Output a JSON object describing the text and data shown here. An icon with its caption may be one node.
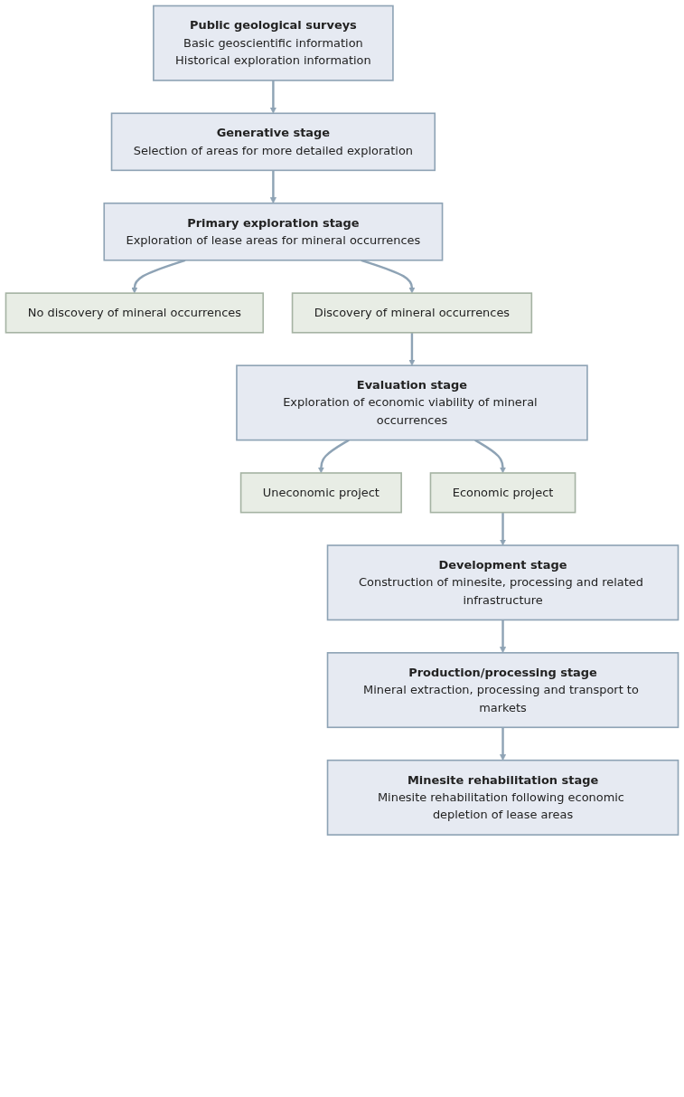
{
  "diagram": {
    "nodes": [
      {
        "text": [
          "Public geological surveys",
          "Basic geoscientific information",
          "Historical exploration information"
        ]
      },
      {
        "text": [
          "Generative stage",
          "Selection of areas for more detailed exploration"
        ]
      },
      {
        "text": [
          "Primary exploration stage",
          "Exploration of lease areas for mineral occurrences"
        ]
      },
      {
        "text": [
          "No discovery of mineral occurrences"
        ]
      },
      {
        "text": [
          "Discovery of mineral occurrences"
        ]
      },
      {
        "text": [
          "Evaluation stage",
          "Exploration of economic viability of mineral occurrences"
        ]
      },
      {
        "text": [
          "Uneconomic project"
        ]
      },
      {
        "text": [
          "Economic project"
        ]
      },
      {
        "text": [
          "Development stage",
          "Construction of minesite, processing and related infrastructure"
        ]
      },
      {
        "text": [
          "Production/processing stage",
          "Mineral extraction, processing and transport to markets"
        ]
      },
      {
        "text": [
          "Minesite rehabilitation stage",
          "Minesite rehabilitation following economic depletion of lease areas"
        ]
      }
    ],
    "edges": [
      {
        "from": 0,
        "to": 1,
        "arrow": "to"
      },
      {
        "from": 1,
        "to": 2,
        "arrow": "to"
      },
      {
        "from": 2,
        "to": 3,
        "arrow": "to"
      },
      {
        "from": 2,
        "to": 4,
        "arrow": "to"
      },
      {
        "from": 4,
        "to": 5,
        "arrow": "to"
      },
      {
        "from": 5,
        "to": 6,
        "arrow": "to"
      },
      {
        "from": 5,
        "to": 7,
        "arrow": "to"
      },
      {
        "from": 7,
        "to": 8,
        "arrow": "to"
      },
      {
        "from": 8,
        "to": 9,
        "arrow": "to"
      },
      {
        "from": 9,
        "to": 10,
        "arrow": "to"
      }
    ]
  }
}
